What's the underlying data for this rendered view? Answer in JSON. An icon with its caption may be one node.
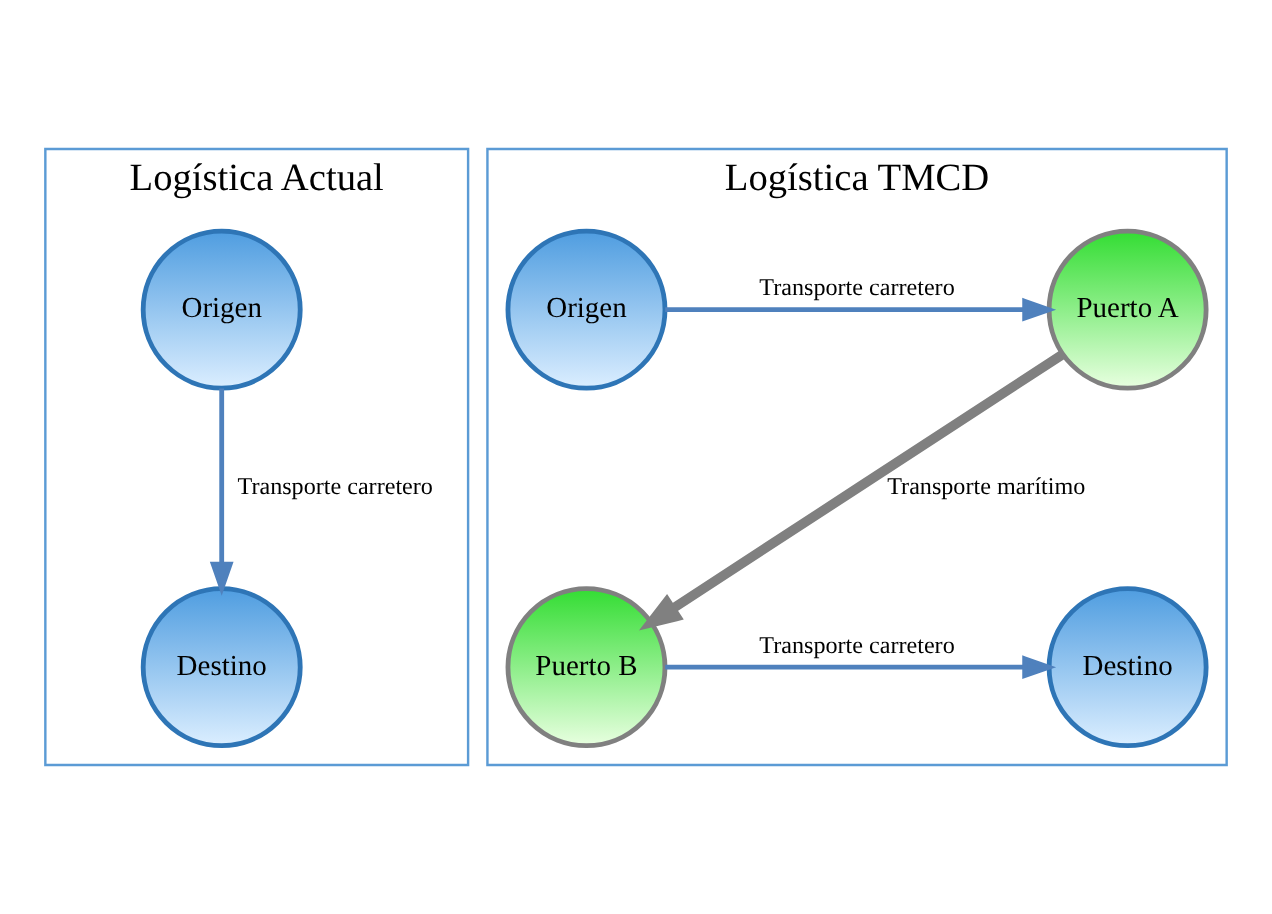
{
  "diagram": {
    "nodes": [
      {
        "text": [
          "Logística Actual"
        ]
      },
      {
        "text": [
          "Origen"
        ],
        "in": 0
      },
      {
        "text": [
          "Destino"
        ],
        "in": 0
      },
      {
        "text": [
          "Logística TMCD"
        ]
      },
      {
        "text": [
          "Puerto A"
        ],
        "in": 3
      },
      {
        "text": [
          "Origen"
        ],
        "in": 3
      },
      {
        "text": [
          "Puerto B"
        ],
        "in": 3
      },
      {
        "text": [
          "Destino"
        ],
        "in": 3
      }
    ],
    "edges": [
      {
        "from": 1,
        "to": 2,
        "arrow": "to",
        "label": "Transporte carretero"
      },
      {
        "from": 5,
        "to": 4,
        "arrow": "to",
        "label": "Transporte carretero"
      },
      {
        "from": 4,
        "to": 6,
        "arrow": "to",
        "label": "Transporte marítimo",
        "style": "thick",
        "color": "#808080"
      },
      {
        "from": 6,
        "to": 7,
        "arrow": "to",
        "label": "Transporte carretero"
      }
    ]
  }
}
